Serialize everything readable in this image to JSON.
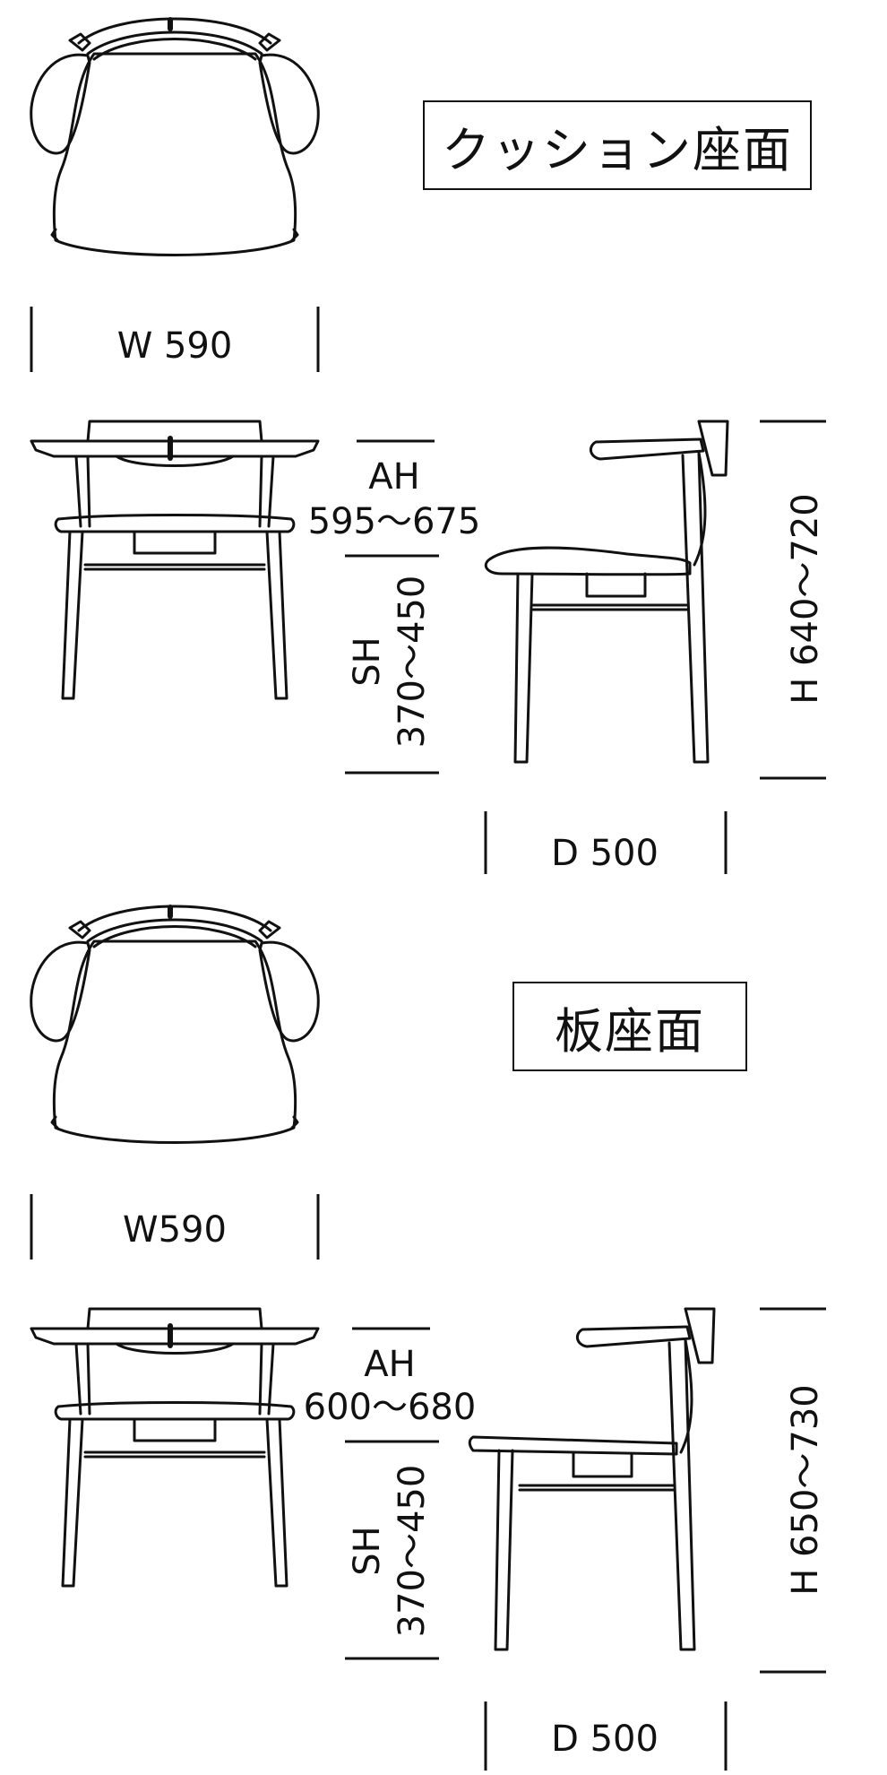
{
  "sections": [
    {
      "title": "クッション座面",
      "width": "W 590",
      "arm_height": {
        "label": "AH",
        "value": "595～675"
      },
      "seat_height": {
        "label": "SH",
        "value": "370～450"
      },
      "depth": "D 500",
      "height": "H 640～720"
    },
    {
      "title": "板座面",
      "width": "W590",
      "arm_height": {
        "label": "AH",
        "value": "600～680"
      },
      "seat_height": {
        "label": "SH",
        "value": "370～450"
      },
      "depth": "D 500",
      "height": "H 650～730"
    }
  ]
}
